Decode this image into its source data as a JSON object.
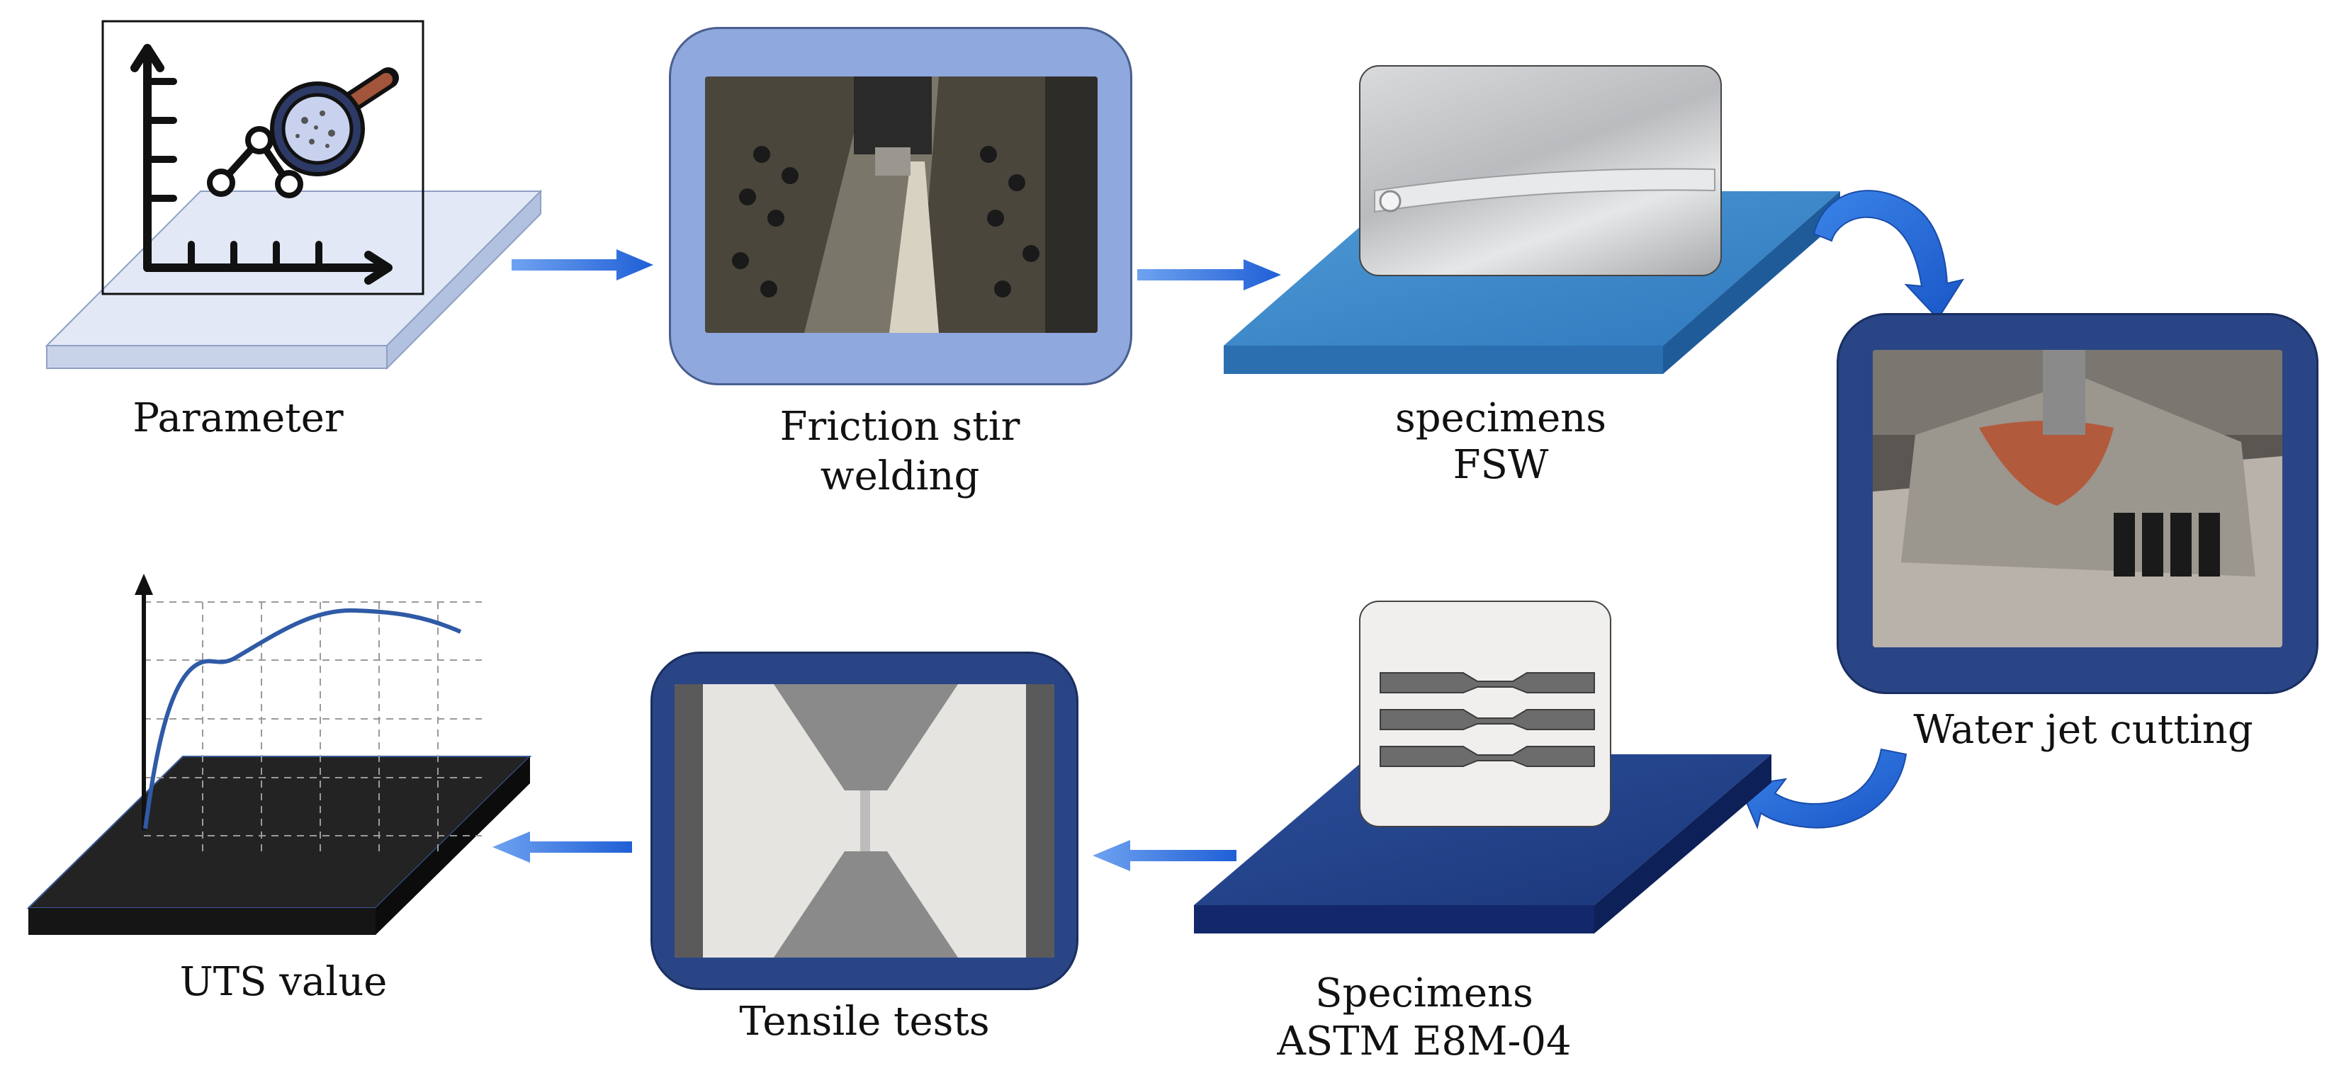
{
  "steps": {
    "parameter": "Parameter",
    "fsw_line1": "Friction stir",
    "fsw_line2": "welding",
    "specimens_fsw_line1": "specimens",
    "specimens_fsw_line2": "FSW",
    "water_jet": "Water jet cutting",
    "astm_line1": "Specimens",
    "astm_line2": "ASTM E8M-04",
    "tensile": "Tensile tests",
    "uts": "UTS value"
  },
  "colors": {
    "arrow_blue": "#2f6fe0",
    "light_plate": "#dfe6f5",
    "mid_plate": "#3a86c8",
    "dark_plate": "#1f3f86",
    "black_plate": "#222222",
    "frame_light": "#8fa8dd",
    "frame_dark": "#2a4585",
    "curve": "#2f5aa6"
  },
  "icons": [
    "parameter-chart-icon",
    "magnifier-icon",
    "flow-arrow-icon",
    "curved-arrow-icon"
  ]
}
